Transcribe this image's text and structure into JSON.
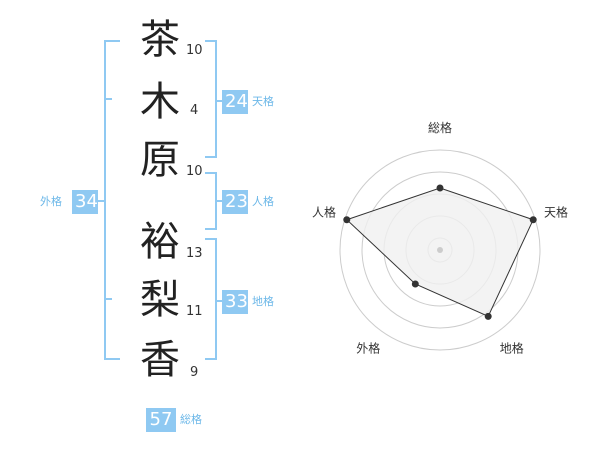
{
  "name_chars": [
    {
      "char": "茶",
      "strokes": "10"
    },
    {
      "char": "木",
      "strokes": "4"
    },
    {
      "char": "原",
      "strokes": "10"
    },
    {
      "char": "裕",
      "strokes": "13"
    },
    {
      "char": "梨",
      "strokes": "11"
    },
    {
      "char": "香",
      "strokes": "9"
    }
  ],
  "fortunes": {
    "tenkaku": {
      "value": "24",
      "label": "天格"
    },
    "jinkaku": {
      "value": "23",
      "label": "人格"
    },
    "chikaku": {
      "value": "33",
      "label": "地格"
    },
    "gaikaku": {
      "value": "34",
      "label": "外格"
    },
    "soukaku": {
      "value": "57",
      "label": "総格"
    }
  },
  "radar": {
    "labels": [
      "総格",
      "天格",
      "地格",
      "外格",
      "人格"
    ],
    "values": [
      0.62,
      0.98,
      0.82,
      0.42,
      0.98
    ],
    "colors": {
      "fill": "#f0f0f0",
      "line": "#333333",
      "ring": "#cccccc"
    }
  }
}
